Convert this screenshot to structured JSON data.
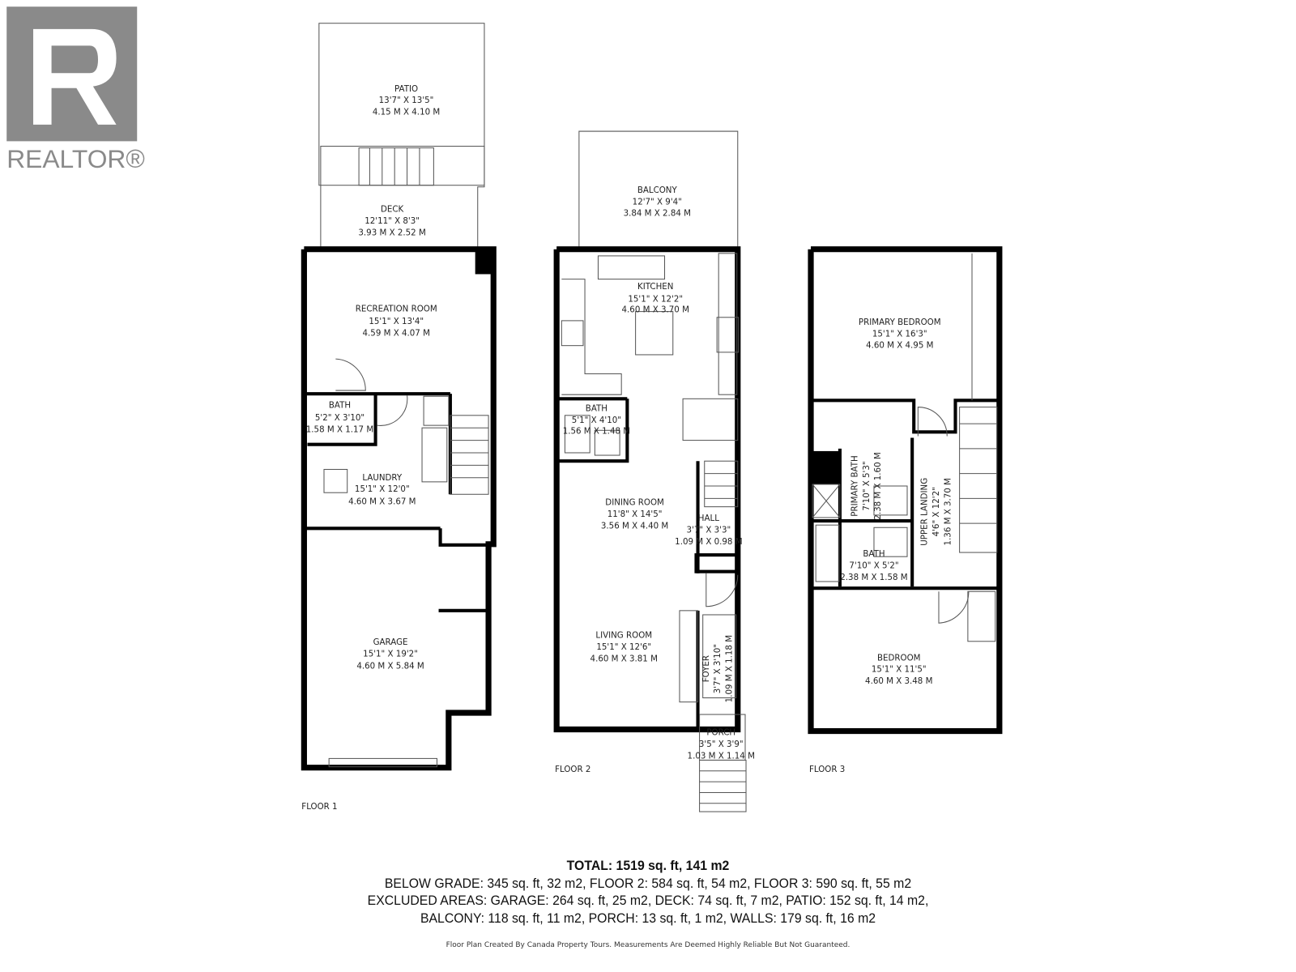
{
  "logo": {
    "text": "REALTOR®",
    "color": "#8a8a8a"
  },
  "floors": {
    "floor1": {
      "label": "FLOOR 1",
      "rooms": [
        {
          "name": "PATIO",
          "imperial": "13'7\" X 13'5\"",
          "metric": "4.15 M X 4.10 M"
        },
        {
          "name": "DECK",
          "imperial": "12'11\" X 8'3\"",
          "metric": "3.93 M X 2.52 M"
        },
        {
          "name": "RECREATION ROOM",
          "imperial": "15'1\" X 13'4\"",
          "metric": "4.59 M X 4.07 M"
        },
        {
          "name": "BATH",
          "imperial": "5'2\" X 3'10\"",
          "metric": "1.58 M X 1.17 M"
        },
        {
          "name": "LAUNDRY",
          "imperial": "15'1\" X 12'0\"",
          "metric": "4.60 M X 3.67 M"
        },
        {
          "name": "GARAGE",
          "imperial": "15'1\" X 19'2\"",
          "metric": "4.60 M X 5.84 M"
        }
      ]
    },
    "floor2": {
      "label": "FLOOR 2",
      "rooms": [
        {
          "name": "BALCONY",
          "imperial": "12'7\" X 9'4\"",
          "metric": "3.84 M X 2.84 M"
        },
        {
          "name": "KITCHEN",
          "imperial": "15'1\" X 12'2\"",
          "metric": "4.60 M X 3.70 M"
        },
        {
          "name": "BATH",
          "imperial": "5'1\" X 4'10\"",
          "metric": "1.56 M X 1.48 M"
        },
        {
          "name": "DINING ROOM",
          "imperial": "11'8\" X 14'5\"",
          "metric": "3.56 M X 4.40 M"
        },
        {
          "name": "HALL",
          "imperial": "3'7\" X 3'3\"",
          "metric": "1.09 M X 0.98 M"
        },
        {
          "name": "LIVING ROOM",
          "imperial": "15'1\" X 12'6\"",
          "metric": "4.60 M X 3.81 M"
        },
        {
          "name": "FOYER",
          "imperial": "3'7\" X 3'10\"",
          "metric": "1.09 M X 1.18 M"
        },
        {
          "name": "PORCH",
          "imperial": "3'5\" X 3'9\"",
          "metric": "1.03 M X 1.14 M"
        }
      ]
    },
    "floor3": {
      "label": "FLOOR 3",
      "rooms": [
        {
          "name": "PRIMARY BEDROOM",
          "imperial": "15'1\" X 16'3\"",
          "metric": "4.60 M X 4.95 M"
        },
        {
          "name": "PRIMARY BATH",
          "imperial": "7'10\" X 5'3\"",
          "metric": "2.38 M X 1.60 M"
        },
        {
          "name": "UPPER LANDING",
          "imperial": "4'6\" X 12'2\"",
          "metric": "1.36 M X 3.70 M"
        },
        {
          "name": "BATH",
          "imperial": "7'10\" X 5'2\"",
          "metric": "2.38 M X 1.58 M"
        },
        {
          "name": "BEDROOM",
          "imperial": "15'1\" X 11'5\"",
          "metric": "4.60 M X 3.48 M"
        }
      ]
    }
  },
  "summary": {
    "total": "TOTAL: 1519 sq. ft, 141 m2",
    "line1": "BELOW GRADE: 345 sq. ft, 32 m2, FLOOR 2: 584 sq. ft, 54 m2, FLOOR 3: 590 sq. ft, 55 m2",
    "line2": "EXCLUDED AREAS: GARAGE: 264 sq. ft, 25 m2, DECK: 74 sq. ft, 7 m2, PATIO: 152 sq. ft, 14 m2,",
    "line3": "BALCONY: 118 sq. ft, 11 m2, PORCH: 13 sq. ft, 1 m2, WALLS: 179 sq. ft, 16 m2"
  },
  "footer": "Floor Plan Created By Canada Property Tours. Measurements Are Deemed Highly Reliable But Not Guaranteed."
}
